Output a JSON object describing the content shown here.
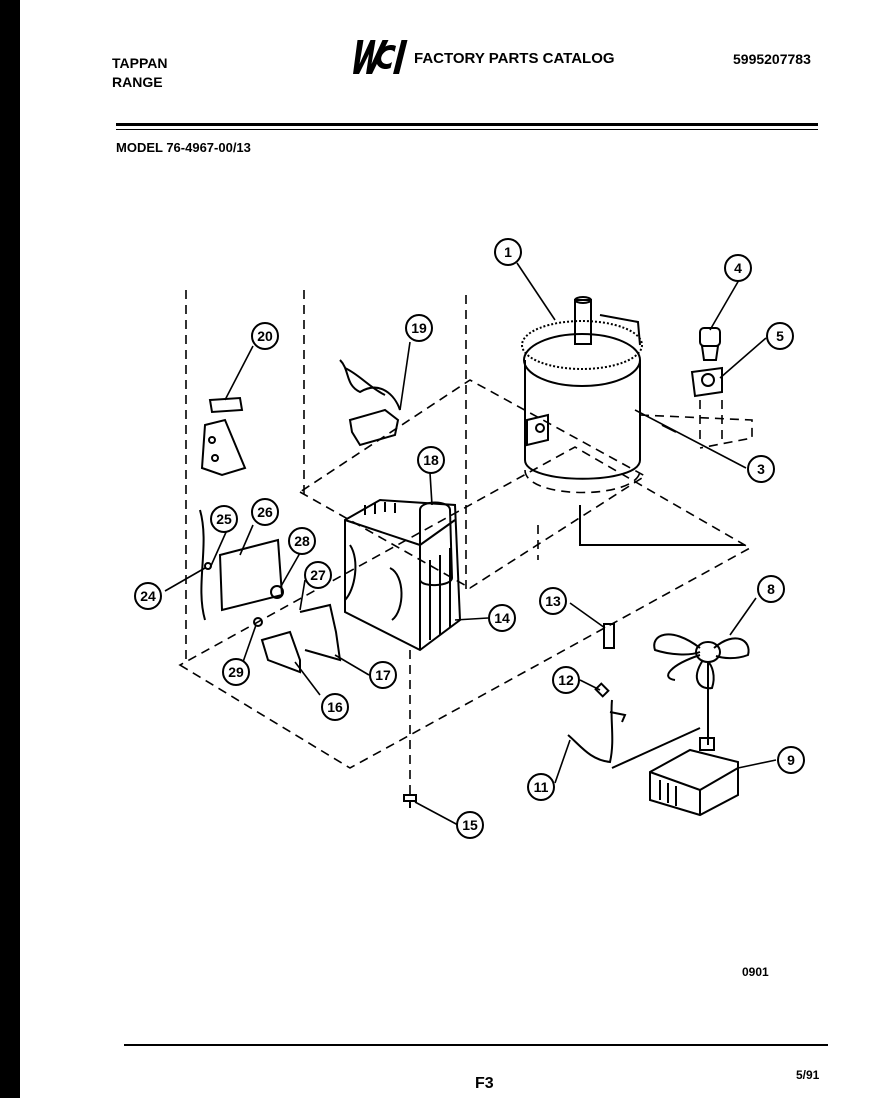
{
  "header": {
    "brand_line1": "TAPPAN",
    "brand_line2": "RANGE",
    "logo_text": "WCI",
    "catalog_title": "FACTORY PARTS CATALOG",
    "part_number": "5995207783"
  },
  "model": "MODEL 76-4967-00/13",
  "callouts": [
    {
      "id": "1",
      "label": "1"
    },
    {
      "id": "3",
      "label": "3"
    },
    {
      "id": "4",
      "label": "4"
    },
    {
      "id": "5",
      "label": "5"
    },
    {
      "id": "8",
      "label": "8"
    },
    {
      "id": "9",
      "label": "9"
    },
    {
      "id": "11",
      "label": "11"
    },
    {
      "id": "12",
      "label": "12"
    },
    {
      "id": "13",
      "label": "13"
    },
    {
      "id": "14",
      "label": "14"
    },
    {
      "id": "15",
      "label": "15"
    },
    {
      "id": "16",
      "label": "16"
    },
    {
      "id": "17",
      "label": "17"
    },
    {
      "id": "18",
      "label": "18"
    },
    {
      "id": "19",
      "label": "19"
    },
    {
      "id": "20",
      "label": "20"
    },
    {
      "id": "24",
      "label": "24"
    },
    {
      "id": "25",
      "label": "25"
    },
    {
      "id": "26",
      "label": "26"
    },
    {
      "id": "27",
      "label": "27"
    },
    {
      "id": "28",
      "label": "28"
    },
    {
      "id": "29",
      "label": "29"
    }
  ],
  "footer": {
    "figure_code": "0901",
    "page_code": "F3",
    "date": "5/91"
  },
  "colors": {
    "ink": "#000000",
    "paper": "#ffffff"
  }
}
